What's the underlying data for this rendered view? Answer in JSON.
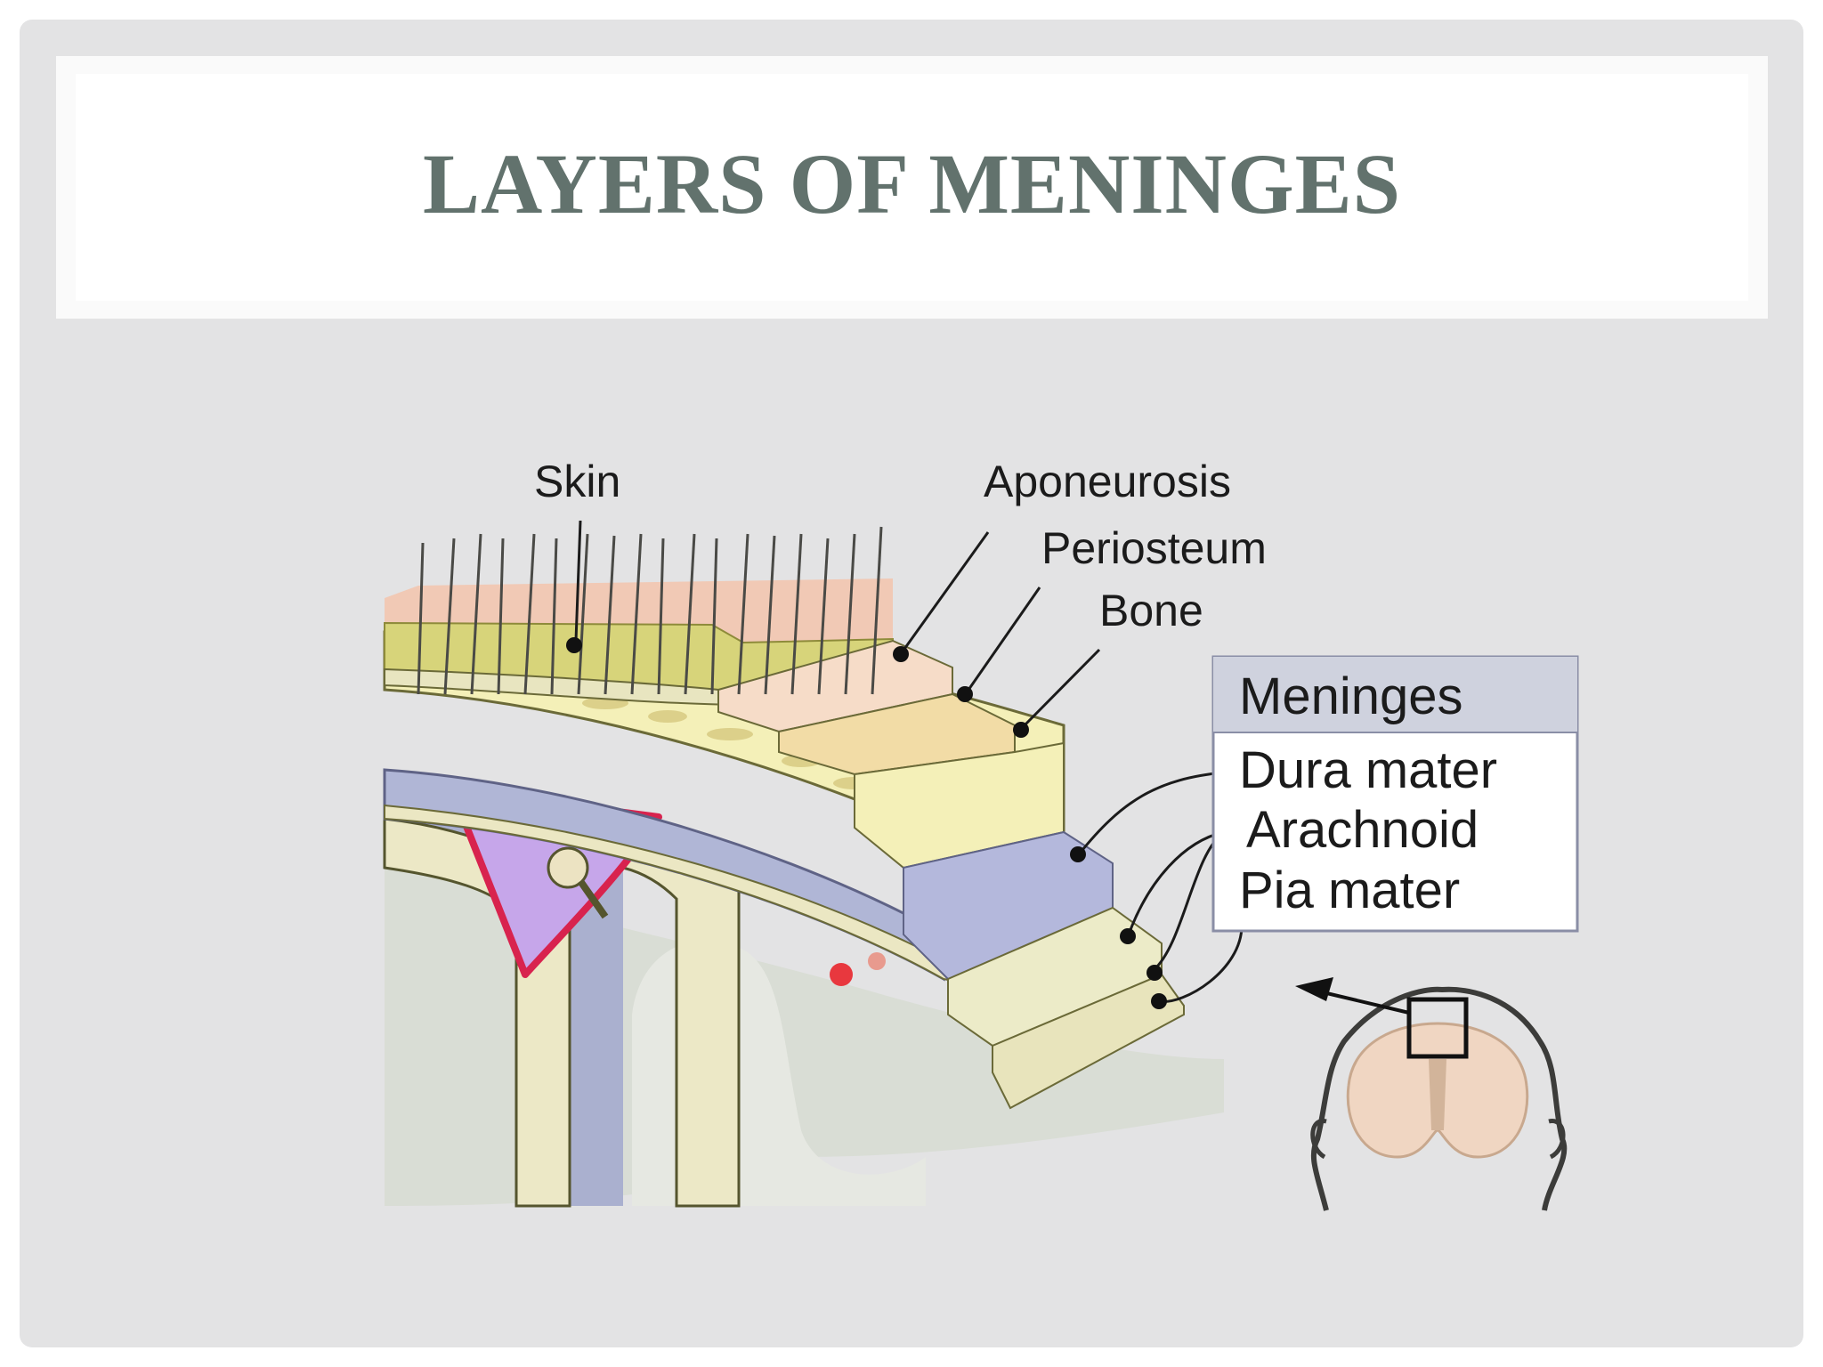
{
  "slide": {
    "title": "LAYERS OF MENINGES"
  },
  "diagram": {
    "labels": {
      "skin": "Skin",
      "aponeurosis": "Aponeurosis",
      "periosteum": "Periosteum",
      "bone": "Bone"
    },
    "legend": {
      "heading": "Meninges",
      "items": [
        "Dura mater",
        "Arachnoid",
        "Pia mater"
      ]
    },
    "colors": {
      "skin": "#f0c8b4",
      "subcutaneous": "#d6d27a",
      "aponeurosis": "#f6dcc8",
      "periosteum": "#f2dca6",
      "bone": "#f4f0b8",
      "dura": "#b4b8dc",
      "arachnoid": "#ecebc8",
      "pia": "#e8e4bc",
      "sinus": "#c8a8e8",
      "brain": "#d8dcd4"
    }
  }
}
